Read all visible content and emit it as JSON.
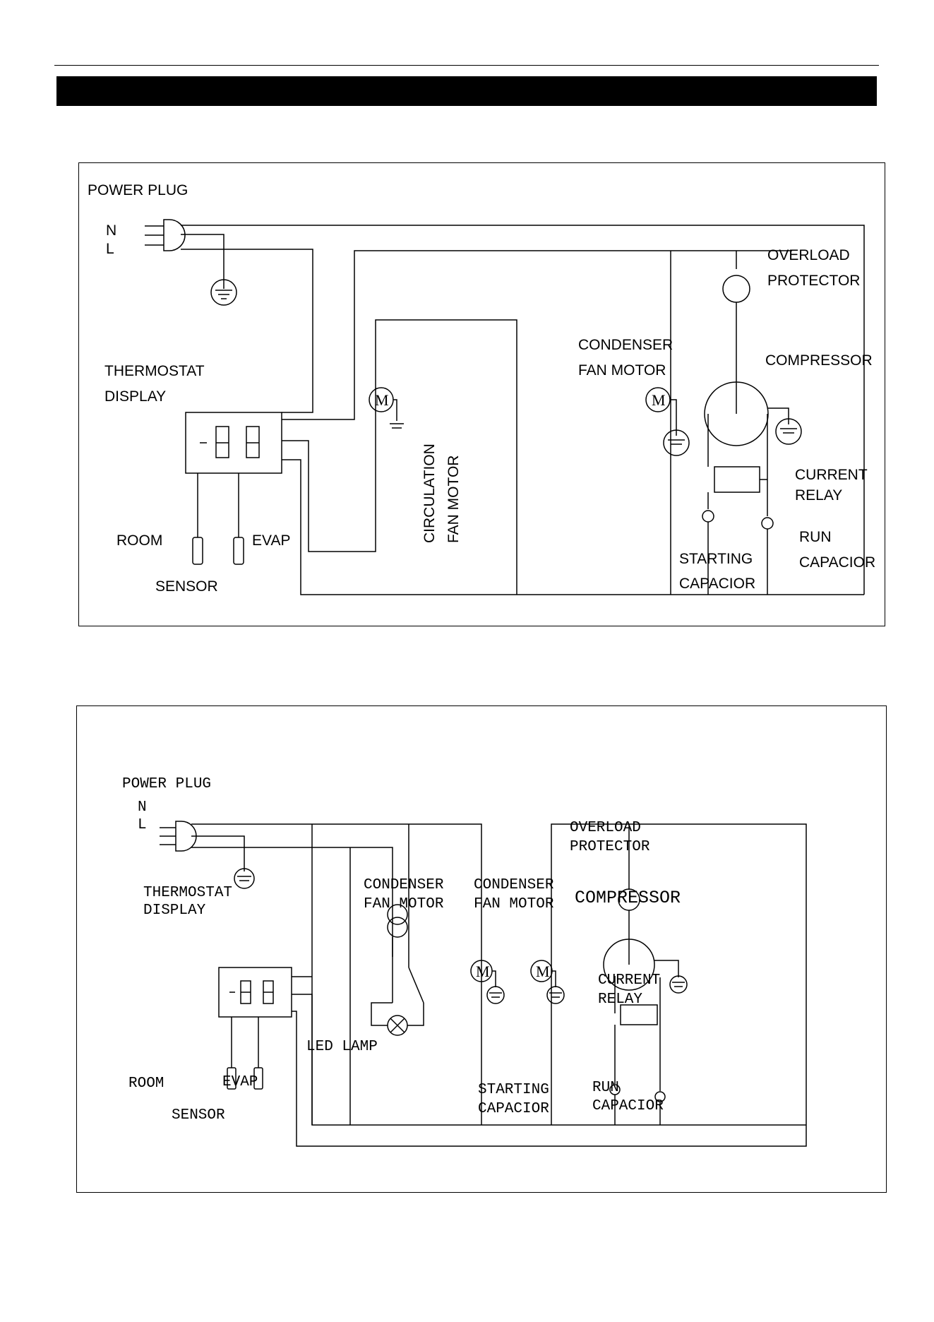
{
  "header": {
    "title": ""
  },
  "diagram1": {
    "power_plug": "POWER PLUG",
    "n": "N",
    "l": "L",
    "thermostat": "THERMOSTAT",
    "display": "DISPLAY",
    "room": "ROOM",
    "evap": "EVAP",
    "sensor": "SENSOR",
    "circulation": "CIRCULATION",
    "fan_motor": "FAN MOTOR",
    "condenser": "CONDENSER",
    "condenser_fan_motor": "FAN MOTOR",
    "overload": "OVERLOAD",
    "protector": "PROTECTOR",
    "compressor": "COMPRESSOR",
    "current": "CURRENT",
    "relay": "RELAY",
    "starting": "STARTING",
    "starting_capacitor": "CAPACIOR",
    "run": "RUN",
    "run_capacitor": "CAPACIOR",
    "motor": "M"
  },
  "diagram2": {
    "power_plug": "POWER PLUG",
    "n": "N",
    "l": "L",
    "thermostat": "THERMOSTAT",
    "display": "DISPLAY",
    "room": "ROOM",
    "evap": "EVAP",
    "sensor": "SENSOR",
    "led_lamp": "LED LAMP",
    "condenser_a": "CONDENSER",
    "fan_motor_a": "FAN MOTOR",
    "condenser_b": "CONDENSER",
    "fan_motor_b": "FAN MOTOR",
    "overload": "OVERLOAD",
    "protector": "PROTECTOR",
    "compressor": "COMPRESSOR",
    "current": "CURRENT",
    "relay": "RELAY",
    "starting": "STARTING",
    "starting_capacitor": "CAPACIOR",
    "run": "RUN",
    "run_capacitor": "CAPACIOR",
    "motor": "M"
  }
}
